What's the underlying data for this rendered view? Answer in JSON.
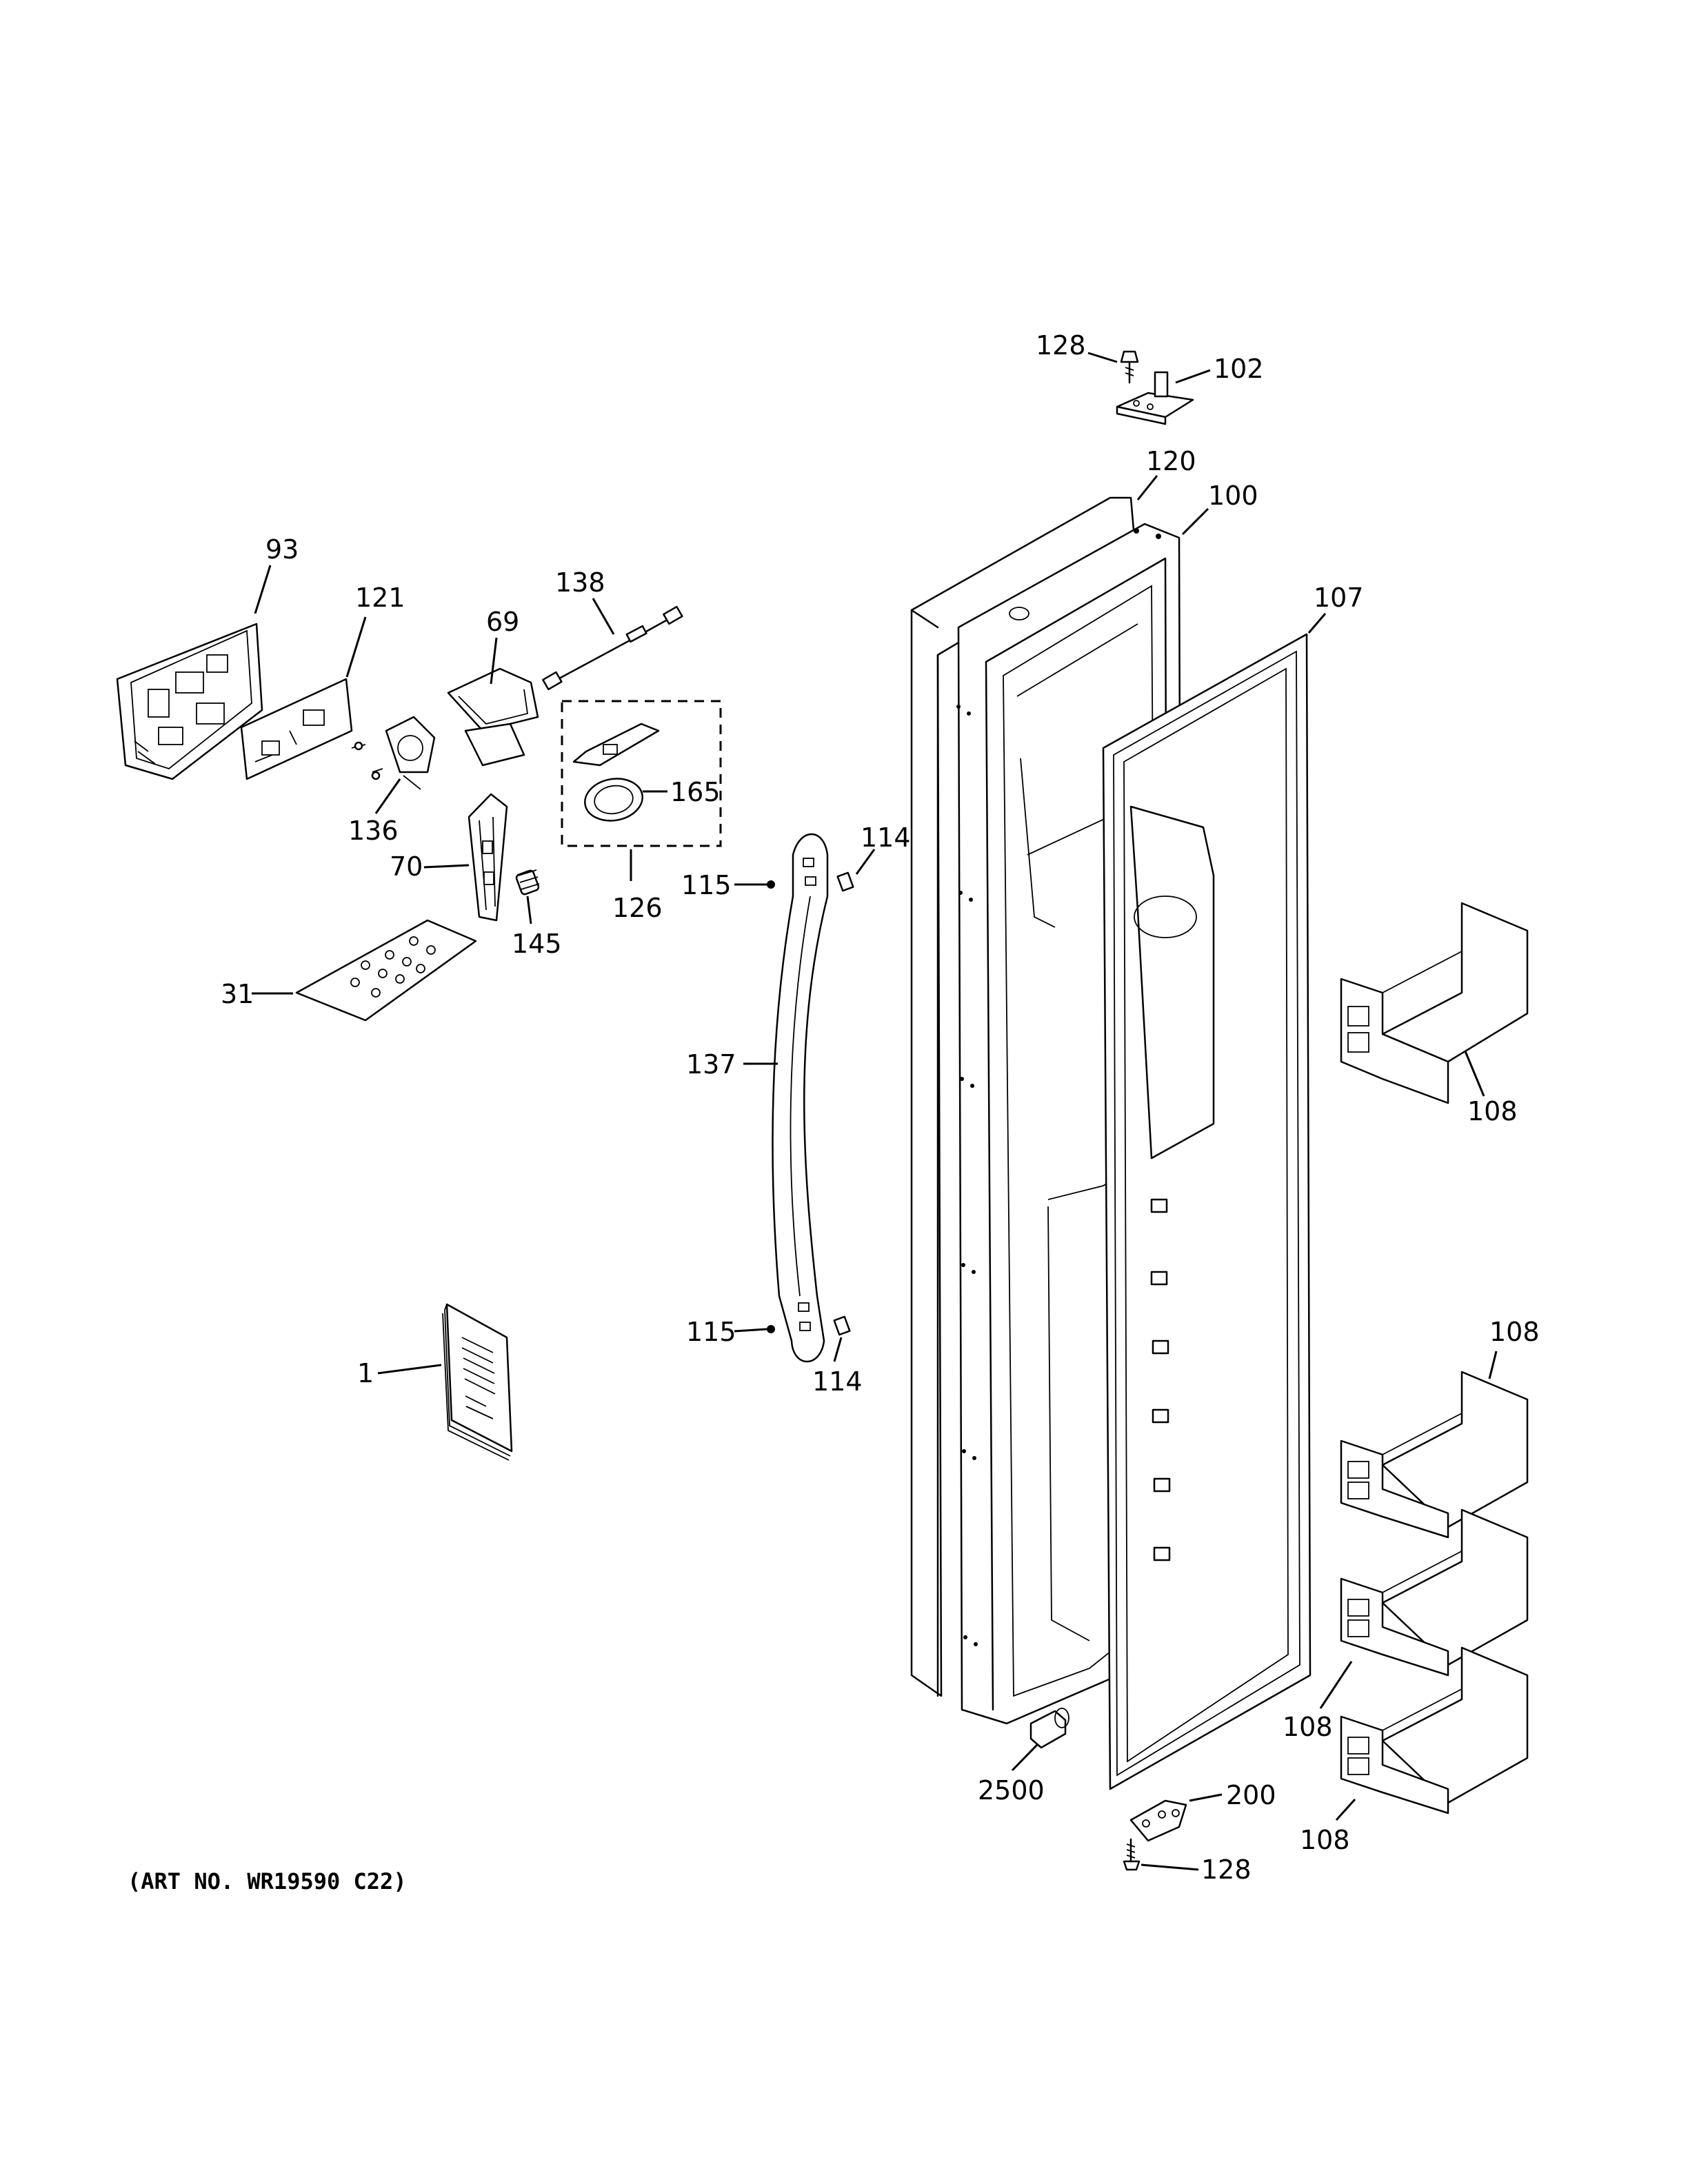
{
  "labels": {
    "p93": "93",
    "p121": "121",
    "p138": "138",
    "p69": "69",
    "p165": "165",
    "p126": "126",
    "p136": "136",
    "p70": "70",
    "p145": "145",
    "p31": "31",
    "p128_top": "128",
    "p102": "102",
    "p120": "120",
    "p100": "100",
    "p107": "107",
    "p114_top": "114",
    "p115_top": "115",
    "p137": "137",
    "p115_bottom": "115",
    "p114_bottom": "114",
    "p1": "1",
    "p108_a": "108",
    "p108_b": "108",
    "p108_c": "108",
    "p108_d": "108",
    "p2500": "2500",
    "p200": "200",
    "p128_bottom": "128"
  },
  "art_number": "(ART NO. WR19590 C22)"
}
